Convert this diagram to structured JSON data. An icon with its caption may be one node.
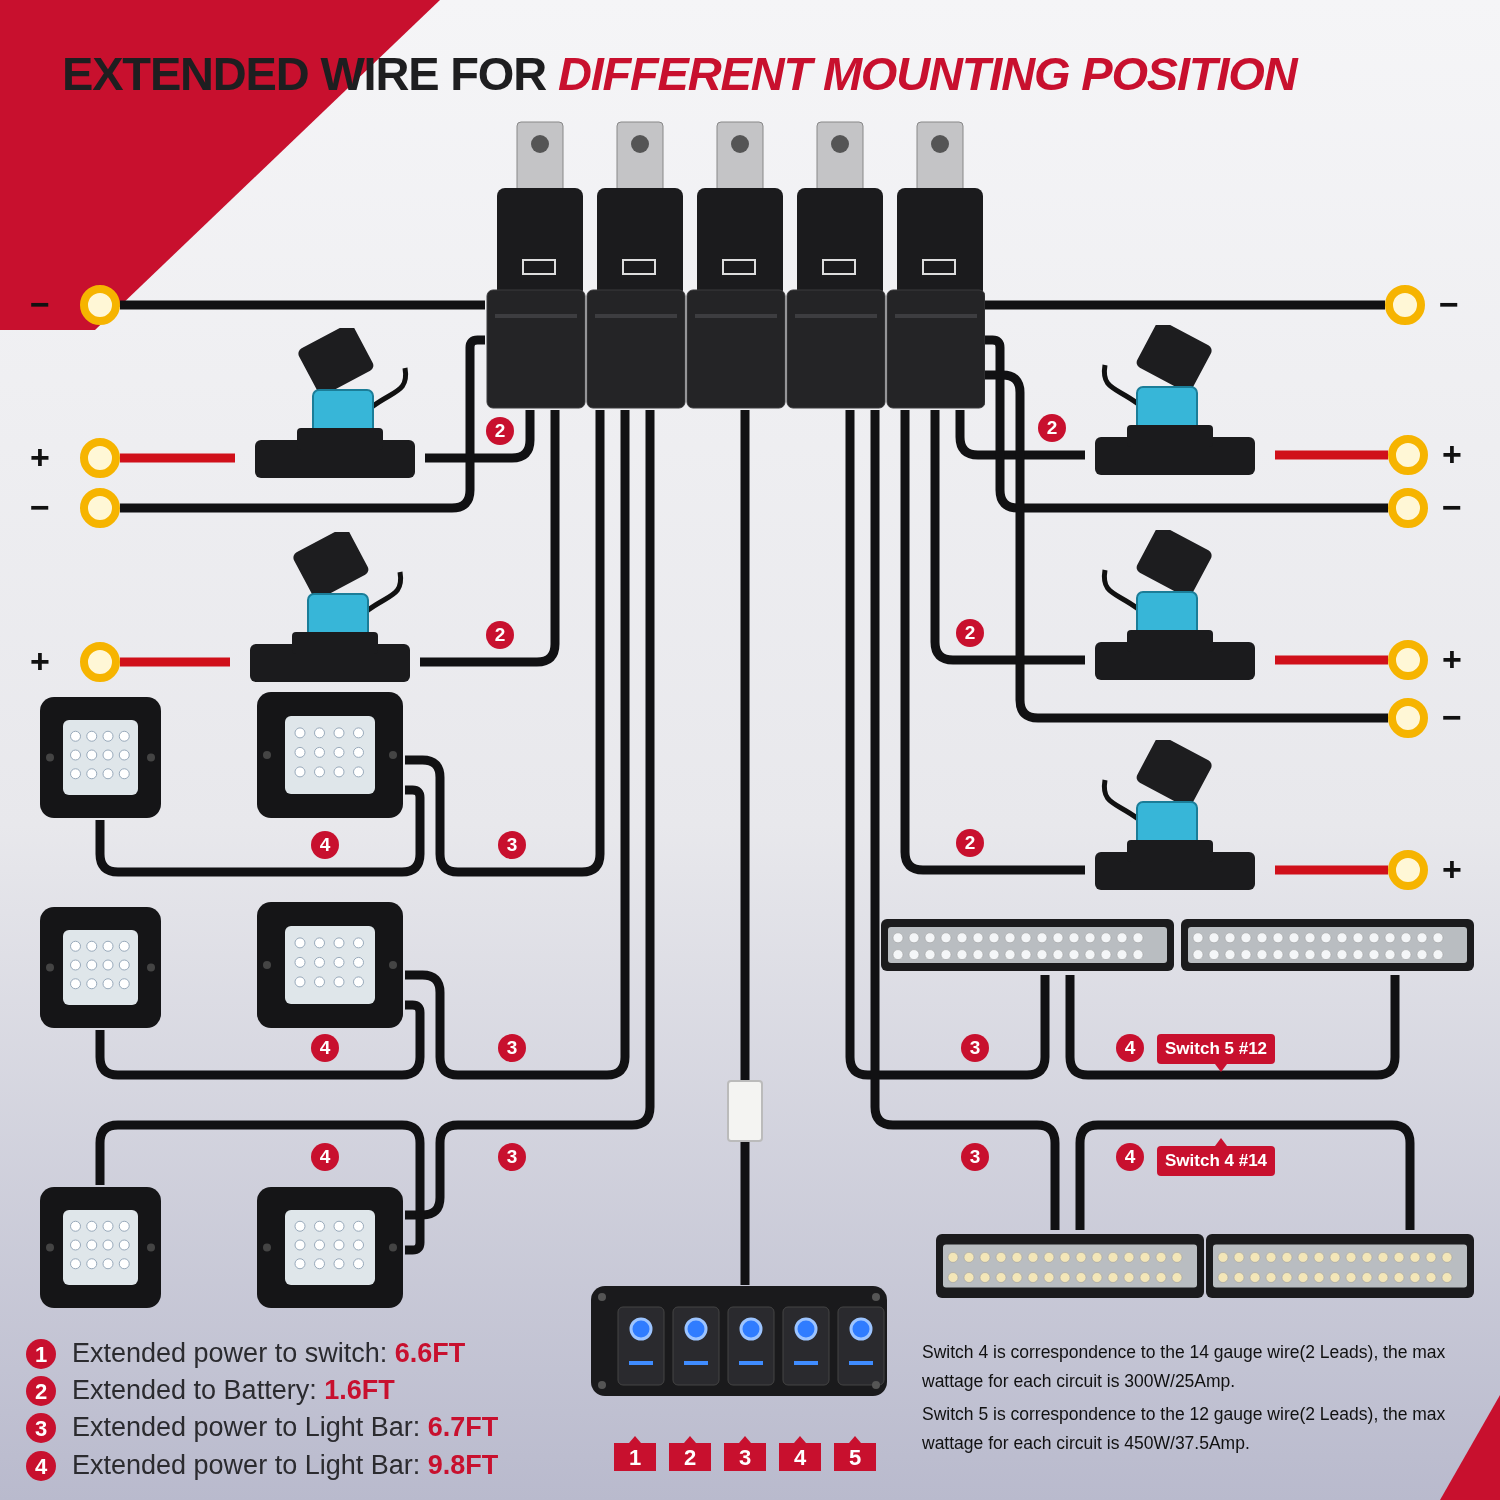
{
  "diagram": {
    "title": "EXTENDED WIRE FOR *DIFFERENT MOUNTING POSITION*",
    "nodes": [
      {
        "text": [],
        "shape": "picture"
      },
      {
        "text": [],
        "shape": "circle",
        "beside": [
          "−"
        ]
      },
      {
        "text": [],
        "shape": "circle",
        "beside": [
          "+"
        ]
      },
      {
        "text": [],
        "shape": "circle",
        "beside": [
          "−"
        ]
      },
      {
        "text": [],
        "shape": "circle",
        "beside": [
          "+"
        ]
      },
      {
        "text": [],
        "shape": "circle",
        "beside": [
          "−"
        ]
      },
      {
        "text": [],
        "shape": "circle",
        "beside": [
          "+"
        ]
      },
      {
        "text": [],
        "shape": "circle",
        "beside": [
          "−"
        ]
      },
      {
        "text": [],
        "shape": "circle",
        "beside": [
          "+"
        ]
      },
      {
        "text": [],
        "shape": "circle",
        "beside": [
          "−"
        ]
      },
      {
        "text": [],
        "shape": "circle",
        "beside": [
          "+"
        ]
      },
      {
        "text": [],
        "shape": "picture"
      },
      {
        "text": [],
        "shape": "picture"
      },
      {
        "text": [],
        "shape": "picture"
      },
      {
        "text": [],
        "shape": "picture"
      },
      {
        "text": [],
        "shape": "picture"
      },
      {
        "text": [],
        "shape": "picture"
      },
      {
        "text": [],
        "shape": "picture"
      },
      {
        "text": [],
        "shape": "picture"
      },
      {
        "text": [],
        "shape": "picture"
      },
      {
        "text": [],
        "shape": "picture"
      },
      {
        "text": [],
        "shape": "picture"
      },
      {
        "text": [],
        "shape": "picture"
      },
      {
        "text": [],
        "shape": "picture"
      },
      {
        "text": [],
        "shape": "picture"
      },
      {
        "text": [],
        "shape": "picture"
      },
      {
        "text": [],
        "shape": "picture"
      },
      {
        "text": [],
        "shape": "picture"
      }
    ],
    "edges": [
      {
        "from": 0,
        "to": 11,
        "arrow": "none",
        "label": "2"
      },
      {
        "from": 11,
        "to": 2,
        "arrow": "none",
        "color": "#d0101a"
      },
      {
        "from": 0,
        "to": 1,
        "arrow": "none"
      },
      {
        "from": 0,
        "to": 12,
        "arrow": "none",
        "label": "2"
      },
      {
        "from": 12,
        "to": 4,
        "arrow": "none",
        "color": "#d0101a"
      },
      {
        "from": 0,
        "to": 3,
        "arrow": "none"
      },
      {
        "from": 0,
        "to": 13,
        "arrow": "none",
        "label": "2"
      },
      {
        "from": 13,
        "to": 6,
        "arrow": "none",
        "color": "#d0101a"
      },
      {
        "from": 0,
        "to": 5,
        "arrow": "none"
      },
      {
        "from": 0,
        "to": 14,
        "arrow": "none",
        "label": "2"
      },
      {
        "from": 14,
        "to": 8,
        "arrow": "none",
        "color": "#d0101a"
      },
      {
        "from": 0,
        "to": 7,
        "arrow": "none"
      },
      {
        "from": 0,
        "to": 15,
        "arrow": "none",
        "label": "2"
      },
      {
        "from": 15,
        "to": 10,
        "arrow": "none",
        "color": "#d0101a"
      },
      {
        "from": 0,
        "to": 9,
        "arrow": "none"
      },
      {
        "from": 0,
        "to": 17,
        "arrow": "none",
        "label": "3"
      },
      {
        "from": 17,
        "to": 16,
        "arrow": "none",
        "label": "4"
      },
      {
        "from": 0,
        "to": 19,
        "arrow": "none",
        "label": "3"
      },
      {
        "from": 19,
        "to": 18,
        "arrow": "none",
        "label": "4"
      },
      {
        "from": 0,
        "to": 21,
        "arrow": "none",
        "label": "3"
      },
      {
        "from": 21,
        "to": 20,
        "arrow": "none",
        "label": "4"
      },
      {
        "from": 0,
        "to": 22,
        "arrow": "none",
        "label": "3"
      },
      {
        "from": 22,
        "to": 23,
        "arrow": "none",
        "label": "4"
      },
      {
        "from": 0,
        "to": 24,
        "arrow": "none",
        "label": "3"
      },
      {
        "from": 24,
        "to": 25,
        "arrow": "none",
        "label": "4"
      },
      {
        "from": 0,
        "to": 27,
        "arrow": "none"
      },
      {
        "from": 27,
        "to": 26,
        "arrow": "none"
      }
    ],
    "labels": [
      "Switch 5 #12",
      "Switch 4 #14",
      "1",
      "2",
      "3",
      "4",
      "5",
      "1",
      "Extended power to switch: **6.6FT**",
      "2",
      "Extended to Battery: **1.6FT**",
      "3",
      "Extended power to Light Bar: **6.7FT**",
      "4",
      "Extended power to Light Bar: **9.8FT**",
      "Switch 4 is correspondence to the 14 gauge wire(2 Leads), the max wattage for each circuit is 300W/25Amp.",
      "Switch 5 is correspondence to the 12 gauge wire(2 Leads), the max wattage for each circuit is 450W/37.5Amp."
    ]
  }
}
